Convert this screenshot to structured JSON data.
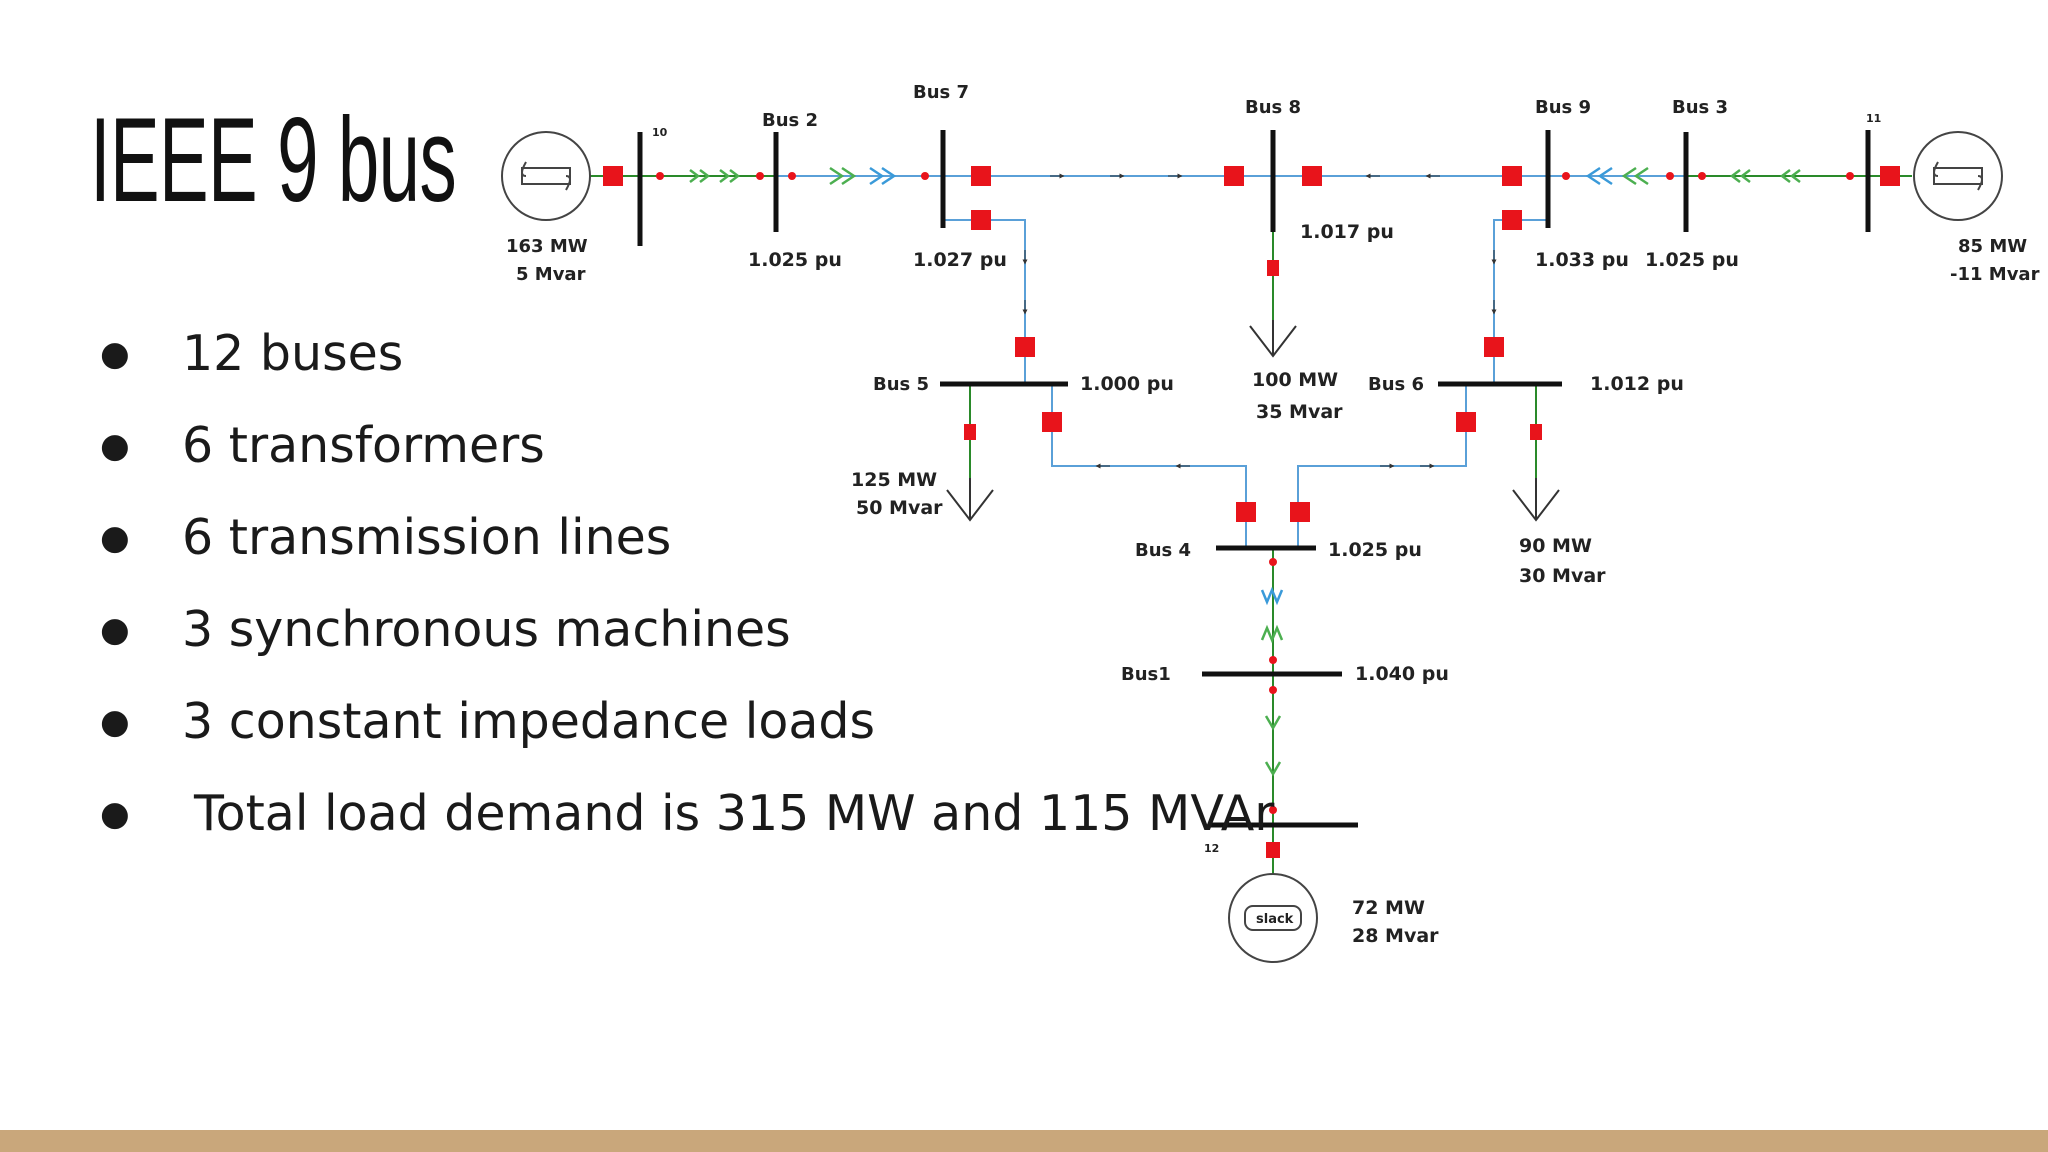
{
  "slide": {
    "title": "IEEE 9 bus",
    "bullets": [
      "12 buses",
      "6 transformers",
      "6 transmission lines",
      "3 synchronous machines",
      "3 constant impedance loads",
      "Total load demand is 315 MW and 115 MVAr"
    ],
    "footer_color": "#c9a77b"
  },
  "diagram": {
    "buses": {
      "bus2": {
        "name": "Bus 2",
        "voltage": "1.025 pu"
      },
      "bus7": {
        "name": "Bus 7",
        "voltage": "1.027 pu"
      },
      "bus8": {
        "name": "Bus 8",
        "voltage": "1.017 pu"
      },
      "bus9": {
        "name": "Bus 9",
        "voltage": "1.033 pu"
      },
      "bus3": {
        "name": "Bus 3",
        "voltage": "1.025 pu"
      },
      "bus5": {
        "name": "Bus 5",
        "voltage": "1.000 pu"
      },
      "bus6": {
        "name": "Bus 6",
        "voltage": "1.012 pu"
      },
      "bus4": {
        "name": "Bus 4",
        "voltage": "1.025 pu"
      },
      "bus1": {
        "name": "Bus1",
        "voltage": "1.040 pu"
      },
      "bus10": {
        "name": "10"
      },
      "bus11": {
        "name": "11"
      },
      "bus12": {
        "name": "12"
      }
    },
    "generators": {
      "left": {
        "mw": "163 MW",
        "mvar": "5 Mvar"
      },
      "right": {
        "mw": "85 MW",
        "mvar": "-11 Mvar"
      },
      "slack": {
        "label": "slack",
        "mw": "72 MW",
        "mvar": "28 Mvar"
      }
    },
    "loads": {
      "bus5": {
        "mw": "125 MW",
        "mvar": "50 Mvar"
      },
      "bus8": {
        "mw": "100 MW",
        "mvar": "35 Mvar"
      },
      "bus6": {
        "mw": "90 MW",
        "mvar": "30 Mvar"
      }
    },
    "colors": {
      "line": "#5aa0d8",
      "bus": "#111111",
      "breaker": "#e8141b",
      "flow_green": "#2a8a2a",
      "transformer_blue": "#3a9ad9",
      "transformer_green": "#4caf50"
    }
  }
}
